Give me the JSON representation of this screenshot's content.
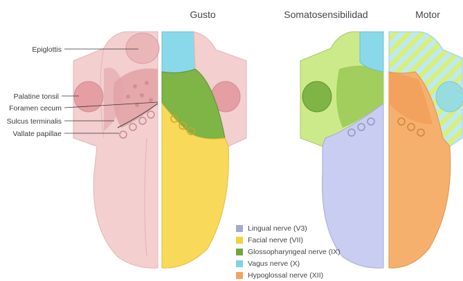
{
  "headers": {
    "gusto": "Gusto",
    "somato": "Somatosensibilidad",
    "motor": "Motor"
  },
  "labels": {
    "epiglottis": "Epiglottis",
    "palatine_tonsil": "Palatine tonsil",
    "foramen_cecum": "Foramen cecum",
    "sulcus_terminalis": "Sulcus terminalis",
    "vallate_papillae": "Vallate papillae"
  },
  "legend": [
    {
      "label": "Lingual nerve (V3)",
      "color": "#a4a9cf"
    },
    {
      "label": "Facial nerve (VII)",
      "color": "#f4d13f"
    },
    {
      "label": "Glossopharyngeal nerve (IX)",
      "color": "#6fa83f"
    },
    {
      "label": "Vagus nerve (X)",
      "color": "#7fd4e4"
    },
    {
      "label": "Hypoglossal nerve (XII)",
      "color": "#f2a35f"
    }
  ],
  "colors": {
    "tongue_pink": "#f3cfd0",
    "tongue_dark": "#e0a5a8",
    "lingual": "#c9cdf2",
    "facial": "#f9d95a",
    "glosso": "#7fb446",
    "vagus": "#8ad9ea",
    "hypoglossal": "#f6b06e",
    "somato_green": "#cdea8a"
  }
}
